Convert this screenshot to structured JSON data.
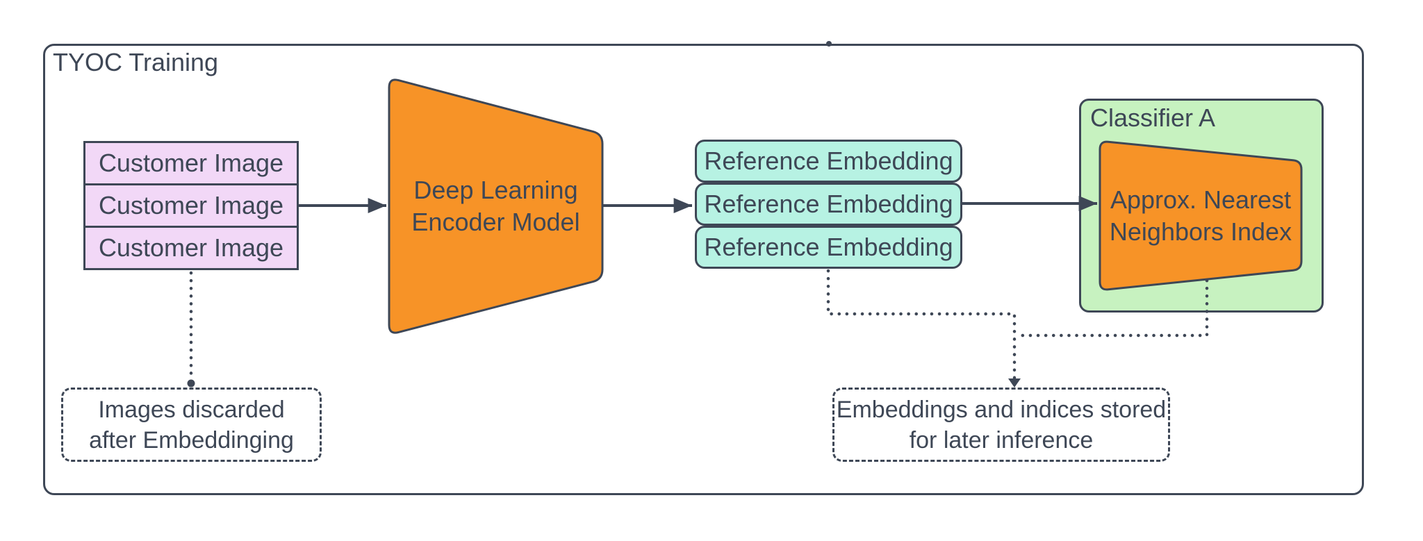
{
  "title": "TYOC Training",
  "customer_stack": {
    "items": [
      "Customer Image",
      "Customer Image",
      "Customer Image"
    ]
  },
  "encoder": {
    "line1": "Deep Learning",
    "line2": "Encoder Model"
  },
  "reference_stack": {
    "items": [
      "Reference Embedding",
      "Reference Embedding",
      "Reference Embedding"
    ]
  },
  "classifier": {
    "title": "Classifier A",
    "index_line1": "Approx. Nearest",
    "index_line2": "Neighbors Index"
  },
  "notes": {
    "images_discarded": {
      "line1": "Images discarded",
      "line2": "after Embeddinging"
    },
    "embeddings_stored": {
      "line1": "Embeddings and indices stored",
      "line2": "for later inference"
    }
  },
  "colors": {
    "ink": "#3E4756",
    "lavender": "#F2D8F7",
    "orange": "#F79327",
    "mint": "#B7F2E3",
    "green": "#C7F2C0"
  }
}
